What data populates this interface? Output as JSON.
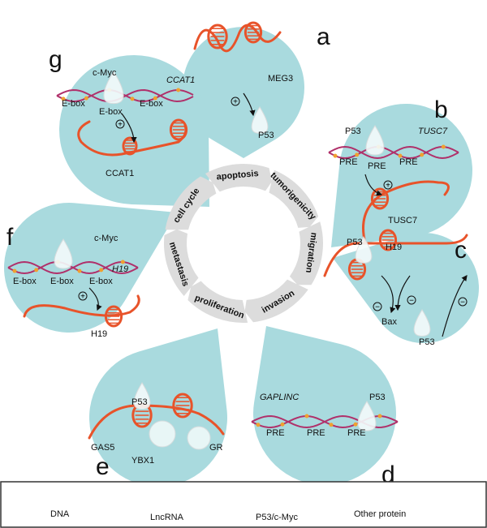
{
  "colors": {
    "panel": "#a9dade",
    "rna": "#e8532a",
    "dna": "#b0306a",
    "dna_dot": "#f0a030",
    "ring": "#dcdcdc"
  },
  "ring_labels": [
    "apoptosis",
    "tumorigenicity",
    "migration",
    "invasion",
    "proliferation",
    "metastasis",
    "cell cycle"
  ],
  "panels": {
    "a": {
      "letter": "a",
      "lnc": "MEG3",
      "protein": "P53",
      "sign": "+"
    },
    "b": {
      "letter": "b",
      "protein": "P53",
      "gene": "TUSC7",
      "elements": [
        "PRE",
        "PRE",
        "PRE"
      ],
      "lnc": "TUSC7",
      "sign": "+"
    },
    "c": {
      "letter": "c",
      "protein": "P53",
      "lnc": "H19",
      "target": "Bax",
      "target_protein": "P53",
      "signs": [
        "−",
        "−",
        "−"
      ]
    },
    "d": {
      "letter": "d",
      "gene": "GAPLINC",
      "protein": "P53",
      "elements": [
        "PRE",
        "PRE",
        "PRE"
      ]
    },
    "e": {
      "letter": "e",
      "protein": "P53",
      "lnc": "GAS5",
      "others": [
        "YBX1",
        "GR"
      ]
    },
    "f": {
      "letter": "f",
      "protein": "c-Myc",
      "gene": "H19",
      "elements": [
        "E-box",
        "E-box",
        "E-box"
      ],
      "lnc": "H19",
      "sign": "+"
    },
    "g": {
      "letter": "g",
      "protein": "c-Myc",
      "gene": "CCAT1",
      "elements": [
        "E-box",
        "E-box",
        "E-box"
      ],
      "lnc": "CCAT1",
      "sign": "+"
    }
  },
  "legend": {
    "dna": "DNA",
    "lncrna": "LncRNA",
    "p53": "P53/c-Myc",
    "other": "Other protein"
  }
}
